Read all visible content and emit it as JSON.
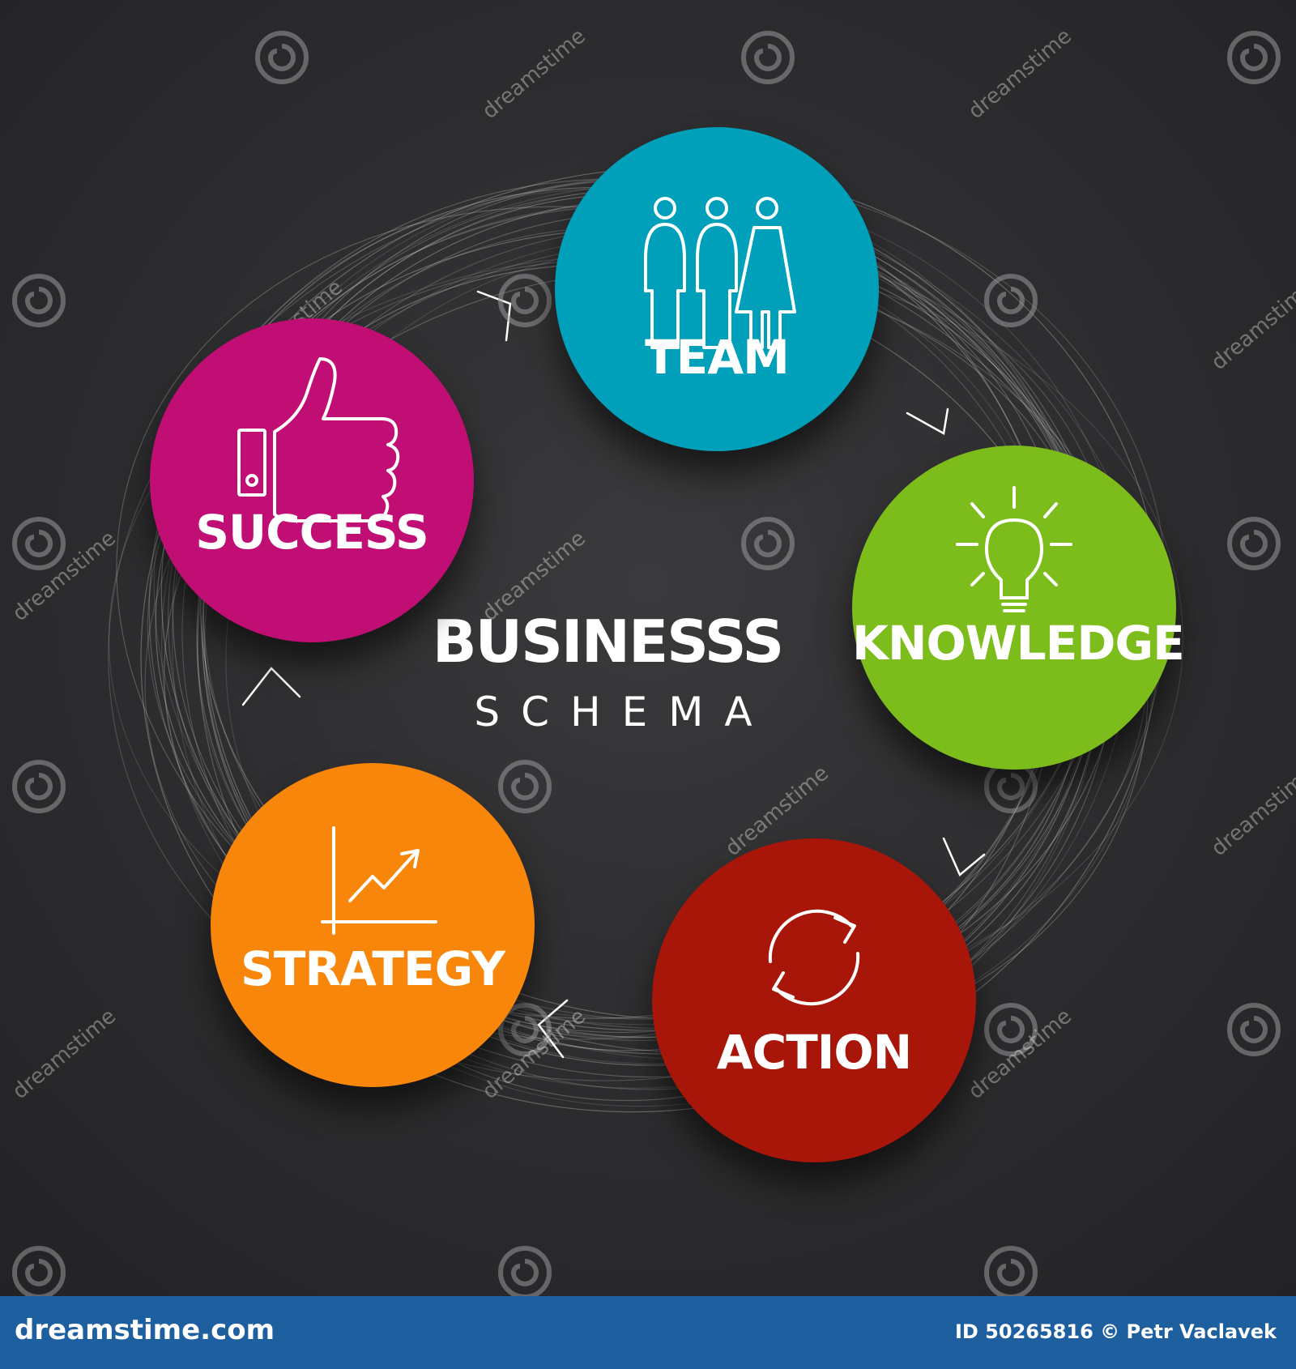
{
  "diagram": {
    "title": "BUSINESSS",
    "subtitle": "SCHEMA",
    "nodes": [
      {
        "label": "TEAM",
        "icon": "team-people-icon",
        "color": "#00a0ba"
      },
      {
        "label": "KNOWLEDGE",
        "icon": "lightbulb-icon",
        "color": "#7cbc1b"
      },
      {
        "label": "ACTION",
        "icon": "refresh-cycle-icon",
        "color": "#a81509"
      },
      {
        "label": "STRATEGY",
        "icon": "growth-chart-icon",
        "color": "#f8860a"
      },
      {
        "label": "SUCCESS",
        "icon": "thumbs-up-icon",
        "color": "#c10e74"
      }
    ],
    "background_color": "#2c2c2e",
    "arrow_color": "#ffffff"
  },
  "watermark": {
    "text": "dreamstime"
  },
  "footer": {
    "site": "dreamstime.com",
    "credit": "ID 50265816 © Petr Vaclavek",
    "color": "#1e5fa0"
  }
}
